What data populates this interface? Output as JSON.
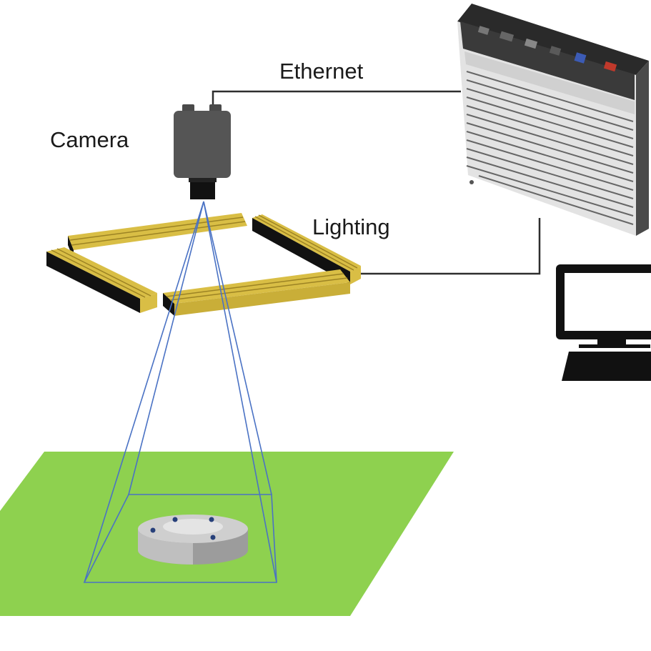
{
  "labels": {
    "ethernet": "Ethernet",
    "camera": "Camera",
    "lighting": "Lighting"
  },
  "colors": {
    "ground": "#8ED14F",
    "light_bar": "#D9BE45",
    "light_bar_dark": "#9C8324",
    "camera_body": "#555555",
    "fov_lines": "#4A72C4",
    "cable": "#333333"
  },
  "icons": [
    "camera-icon",
    "industrial-pc-icon",
    "monitor-icon",
    "keyboard-icon",
    "ring-light-icon",
    "workpiece-icon"
  ]
}
